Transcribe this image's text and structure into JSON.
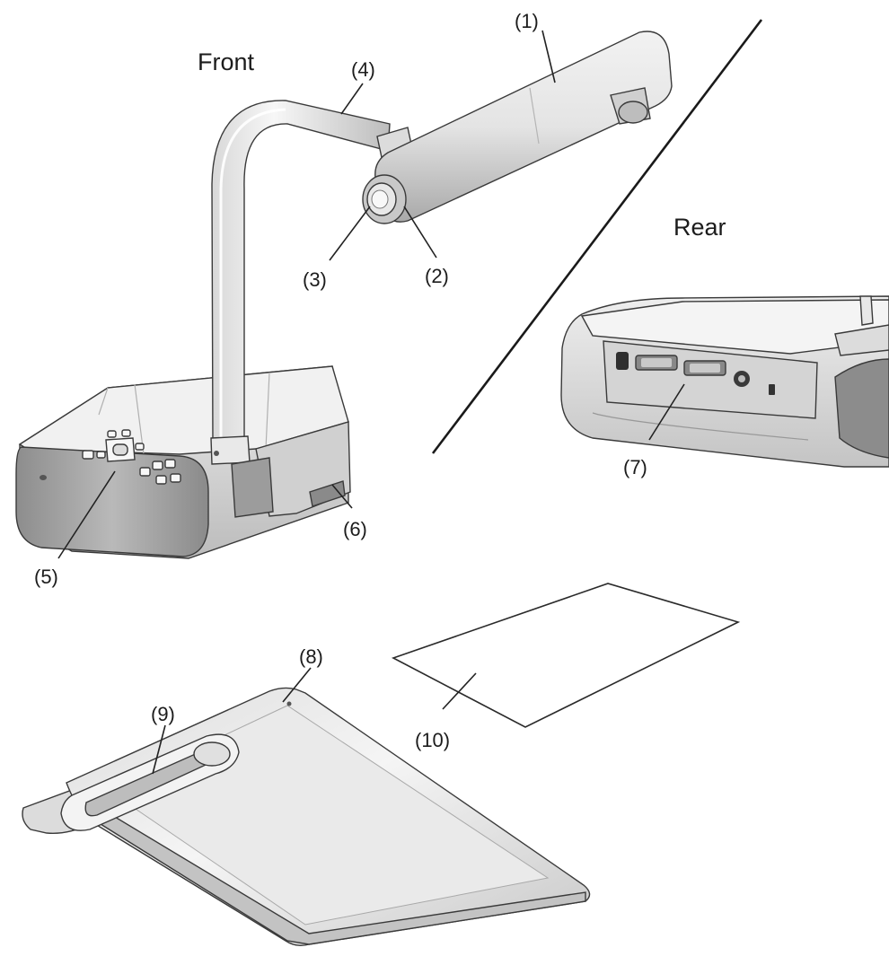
{
  "headings": {
    "front": "Front",
    "rear": "Rear"
  },
  "callouts": {
    "c1": "(1)",
    "c2": "(2)",
    "c3": "(3)",
    "c4": "(4)",
    "c5": "(5)",
    "c6": "(6)",
    "c7": "(7)",
    "c8": "(8)",
    "c9": "(9)",
    "c10": "(10)"
  }
}
